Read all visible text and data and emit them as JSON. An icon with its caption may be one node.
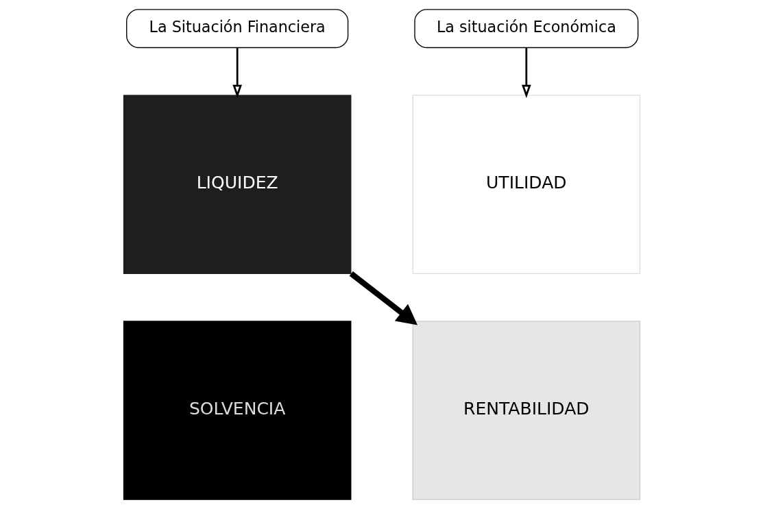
{
  "diagram": {
    "nodes": [
      {
        "text": [
          "La Situación Financiera"
        ]
      },
      {
        "text": [
          "La situación Económica"
        ]
      },
      {
        "text": [
          "LIQUIDEZ"
        ]
      },
      {
        "text": [
          "UTILIDAD"
        ]
      },
      {
        "text": [
          "SOLVENCIA"
        ]
      },
      {
        "text": [
          "RENTABILIDAD"
        ]
      }
    ],
    "edges": [
      {
        "from": 0,
        "to": 2,
        "arrow": "to"
      },
      {
        "from": 1,
        "to": 3,
        "arrow": "to"
      },
      {
        "from": 2,
        "to": 5,
        "arrow": "to",
        "style": "thick"
      }
    ]
  }
}
